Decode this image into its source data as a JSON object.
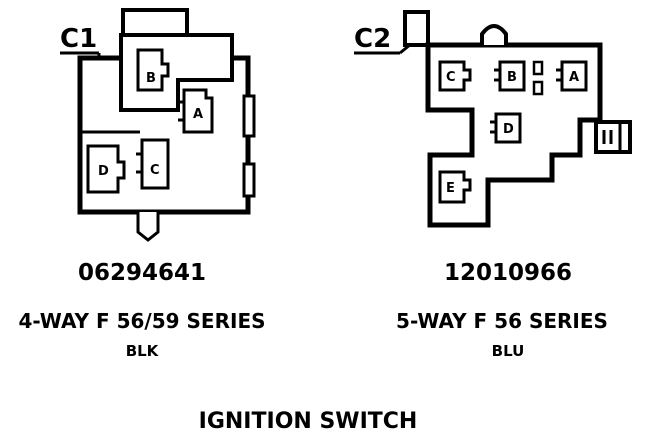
{
  "title": "IGNITION SWITCH",
  "connectors": [
    {
      "id": "C1",
      "part_number": "06294641",
      "series": "4-WAY F 56/59 SERIES",
      "color": "BLK",
      "pins": [
        "A",
        "B",
        "C",
        "D"
      ]
    },
    {
      "id": "C2",
      "part_number": "12010966",
      "series": "5-WAY F 56 SERIES",
      "color": "BLU",
      "pins": [
        "A",
        "B",
        "C",
        "D",
        "E"
      ]
    }
  ]
}
